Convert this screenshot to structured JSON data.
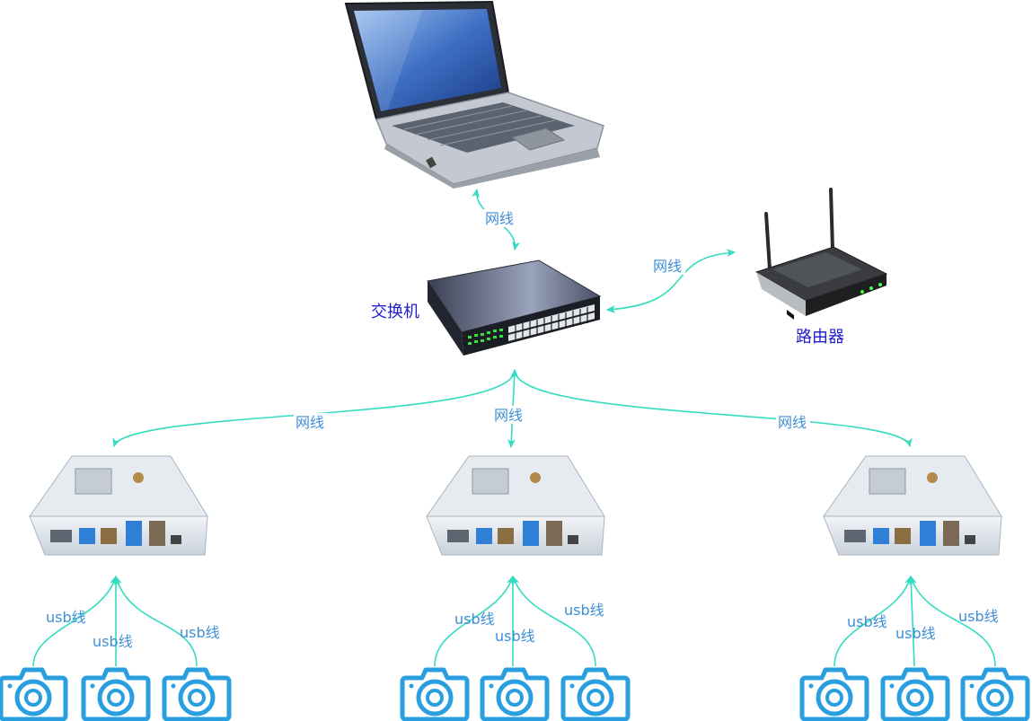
{
  "nodes": {
    "switch_label": "交换机",
    "router_label": "路由器"
  },
  "edges": {
    "laptop_switch": "网线",
    "switch_router": "网线",
    "switch_box_left": "网线",
    "switch_box_center": "网线",
    "switch_box_right": "网线",
    "usb_left_1": "usb线",
    "usb_left_2": "usb线",
    "usb_left_3": "usb线",
    "usb_center_1": "usb线",
    "usb_center_2": "usb线",
    "usb_center_3": "usb线",
    "usb_right_1": "usb线",
    "usb_right_2": "usb线",
    "usb_right_3": "usb线"
  },
  "colors": {
    "wire": "#33dcc0",
    "camera": "#2a9fe0",
    "edge_label": "#3d8fd6",
    "node_label": "#1d1dcc"
  },
  "icons": {
    "laptop": "laptop-icon",
    "switch": "network-switch-icon",
    "router": "wifi-router-icon",
    "box": "mini-pc-icon",
    "camera": "camera-icon"
  }
}
